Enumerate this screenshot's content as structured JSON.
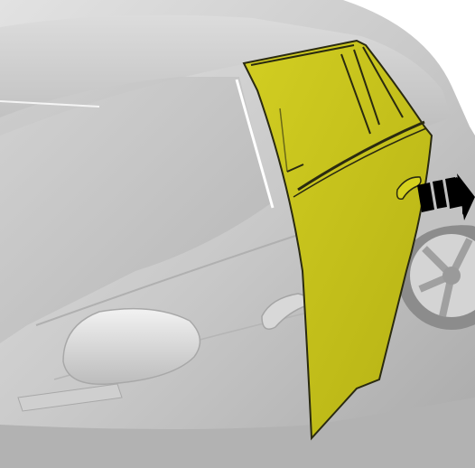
{
  "illustration": {
    "subject": "car-rear-door-opening",
    "icons": [
      "car-body",
      "rear-door-highlight",
      "door-handle-icon",
      "side-mirror-icon",
      "wheel-icon",
      "open-direction-arrow-icon"
    ],
    "colors": {
      "background": "#ffffff",
      "car_body": "#c9c9c9",
      "car_shadow": "#9e9e9e",
      "door_highlight": "#c8c41a",
      "door_outline": "#2a2a10",
      "arrow": "#000000"
    }
  }
}
